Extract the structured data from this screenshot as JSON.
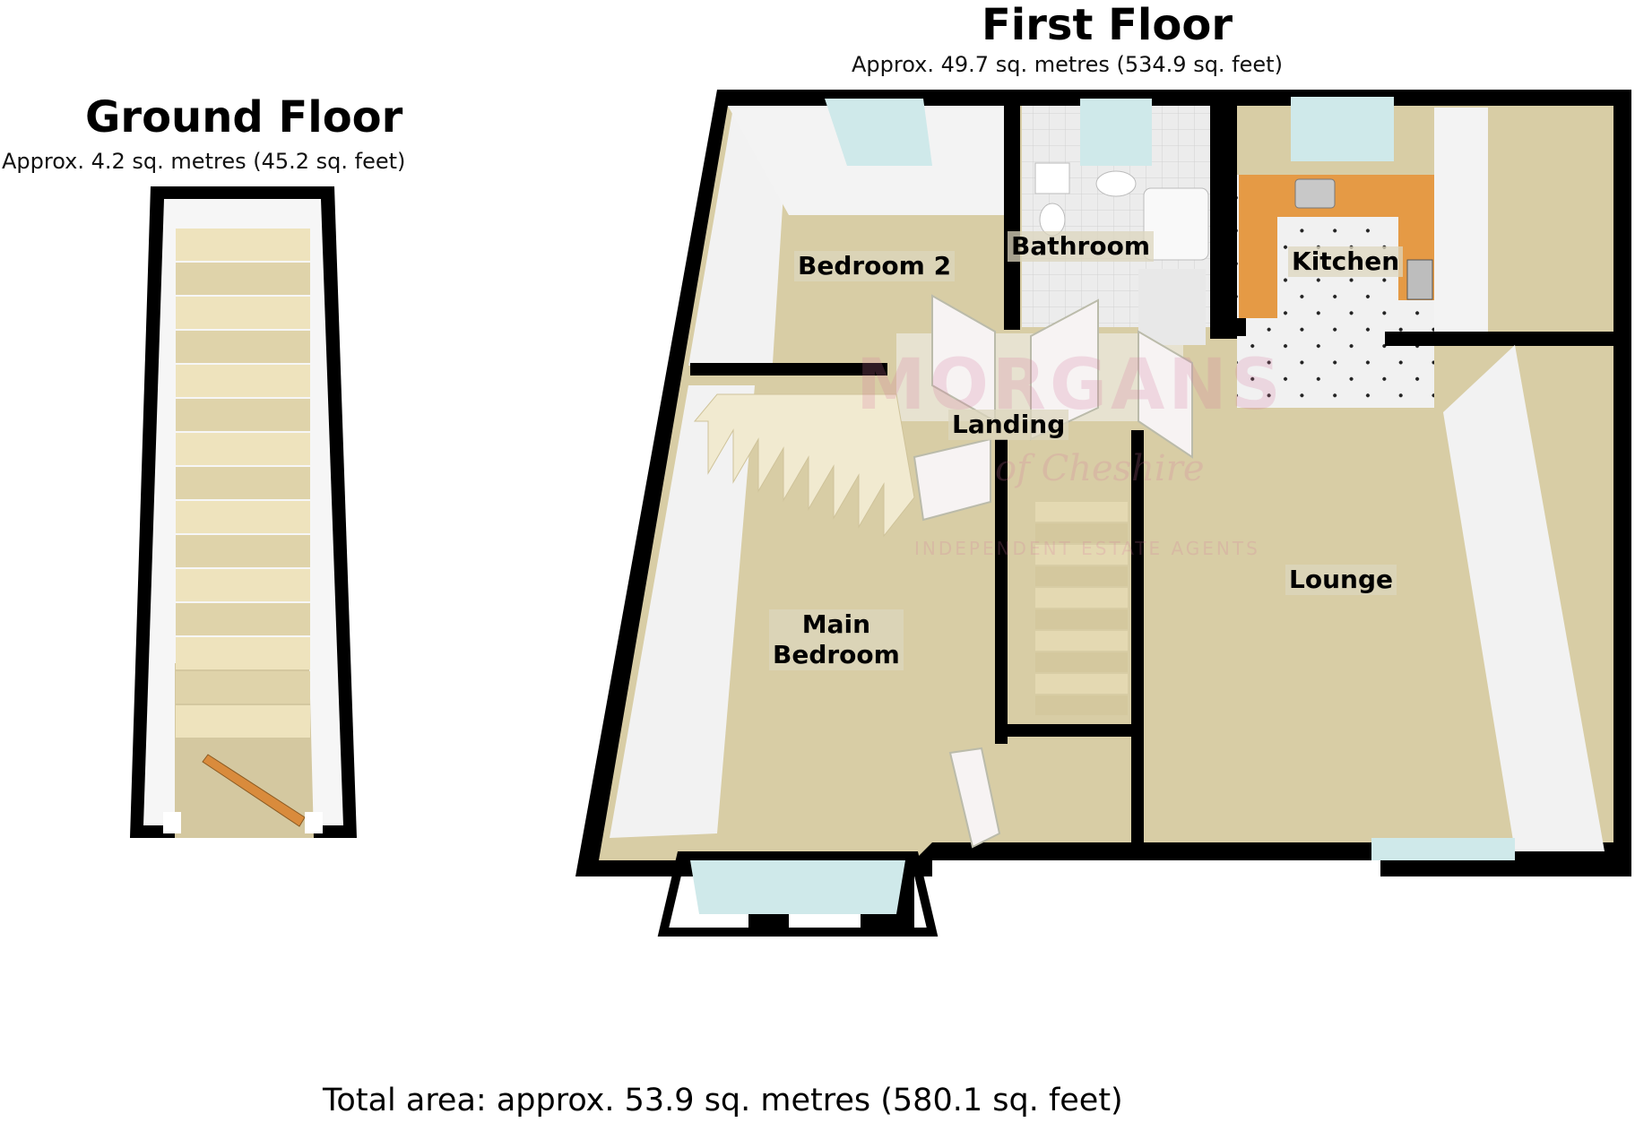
{
  "ground_floor": {
    "title": "Ground Floor",
    "area": "Approx. 4.2 sq. metres (45.2 sq. feet)"
  },
  "first_floor": {
    "title": "First Floor",
    "area": "Approx. 49.7 sq. metres (534.9 sq. feet)",
    "rooms": {
      "bedroom_2": "Bedroom 2",
      "bathroom": "Bathroom",
      "kitchen": "Kitchen",
      "landing": "Landing",
      "main_bedroom_line1": "Main",
      "main_bedroom_line2": "Bedroom",
      "lounge": "Lounge"
    }
  },
  "total_area": "Total area: approx. 53.9 sq. metres (580.1 sq. feet)",
  "watermark": {
    "brand": "MORGANS",
    "script": "of Cheshire",
    "tagline": "INDEPENDENT ESTATE AGENTS"
  },
  "colors": {
    "wall": "#000000",
    "carpet": "#d8cda5",
    "inner_wall": "#f4f4f4",
    "stairs": "#ece0b8",
    "kitchen_worktop": "#e59a45",
    "glass": "#cfe9ea"
  }
}
